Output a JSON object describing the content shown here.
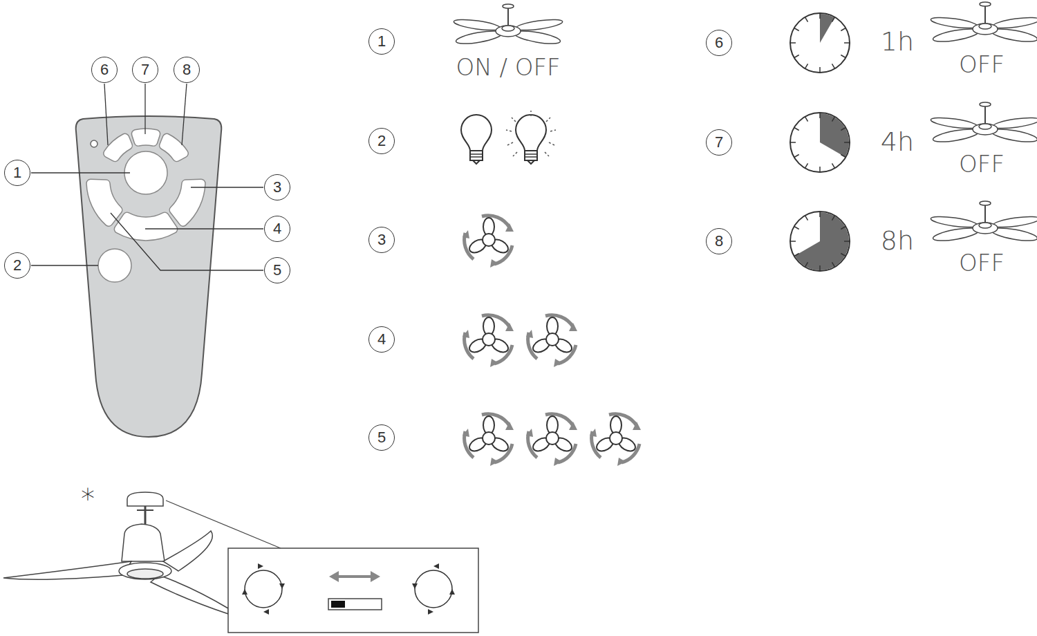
{
  "diagram": {
    "nodes": [
      {
        "text": [
          "6"
        ]
      },
      {
        "text": [
          "7"
        ]
      },
      {
        "text": [
          "8"
        ]
      },
      {
        "text": [
          "1"
        ]
      },
      {
        "text": [
          "3"
        ]
      },
      {
        "text": [
          "4"
        ]
      },
      {
        "text": [
          "2"
        ]
      },
      {
        "text": [
          "5"
        ]
      },
      {
        "text": [
          "1"
        ]
      },
      {
        "text": [
          "2"
        ]
      },
      {
        "text": [
          "3"
        ]
      },
      {
        "text": [
          "4"
        ]
      },
      {
        "text": [
          "5"
        ]
      },
      {
        "text": [
          "6"
        ]
      },
      {
        "text": [
          "7"
        ]
      },
      {
        "text": [
          "8"
        ]
      }
    ],
    "labels": [
      "ON / OFF",
      "1h",
      "OFF",
      "4h",
      "OFF",
      "8h",
      "OFF",
      "*"
    ]
  }
}
